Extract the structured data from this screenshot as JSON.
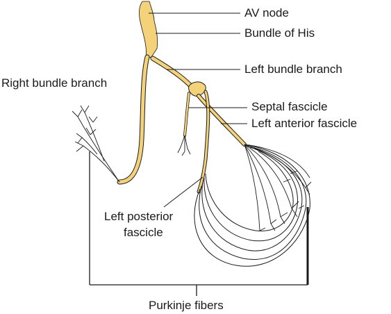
{
  "labels": {
    "av_node": "AV node",
    "bundle_of_his": "Bundle of His",
    "left_bundle_branch": "Left bundle branch",
    "right_bundle_branch": "Right bundle branch",
    "septal_fascicle": "Septal fascicle",
    "left_anterior_fascicle": "Left anterior fascicle",
    "left_posterior_fascicle_line1": "Left posterior",
    "left_posterior_fascicle_line2": "fascicle",
    "purkinje_fibers": "Purkinje fibers"
  },
  "colors": {
    "conduction_fill": "#f4d27a",
    "conduction_highlight": "#fbe9b5",
    "line": "#1a1a1a"
  }
}
